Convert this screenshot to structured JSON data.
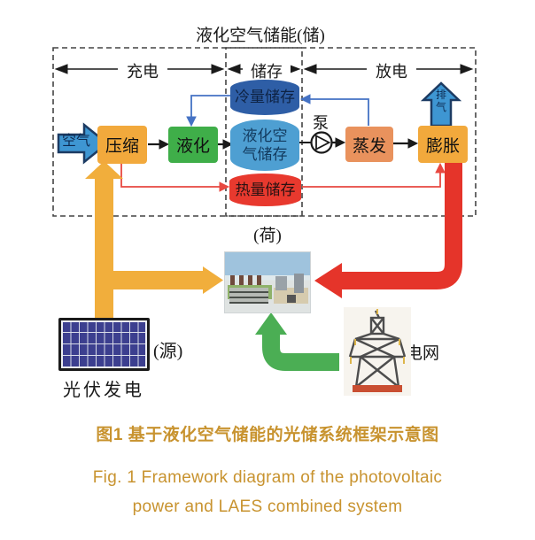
{
  "diagram": {
    "title": "液化空气储能(储)",
    "sections": {
      "charge": "充电",
      "store": "储存",
      "discharge": "放电"
    },
    "blocks": {
      "air": "空气",
      "compress": "压缩",
      "liquefy": "液化",
      "cold_storage": "冷量储存",
      "liquid_air_line1": "液化空",
      "liquid_air_line2": "气储存",
      "heat_storage": "热量储存",
      "pump": "泵",
      "evaporate": "蒸发",
      "expand": "膨胀",
      "exhaust": "排气"
    },
    "labels": {
      "load": "(荷)",
      "source": "(源)",
      "pv": "光伏发电",
      "grid": "电网"
    }
  },
  "caption": {
    "zh": "图1  基于液化空气储能的光储系统框架示意图",
    "en_line1": "Fig. 1   Framework diagram of the photovoltaic",
    "en_line2": "power and LAES combined system"
  },
  "colors": {
    "box-orange": "#F2A93C",
    "box-green": "#3FAE49",
    "box-salmon": "#E9925D",
    "cyl-darkblue": "#2E5EA6",
    "cyl-lightblue": "#4E9FD2",
    "cyl-red": "#E8392E",
    "arrow-blue-fill": "#3E96D2",
    "arrow-blue-border": "#1C3B63",
    "flow-yellow": "#F1AE3C",
    "flow-red": "#E5342A",
    "flow-green": "#4BAE54",
    "line-blue": "#4472C4",
    "line-red": "#E84840",
    "line-black": "#1A1A1A",
    "dash-gray": "#444444",
    "caption-gold": "#C8932F",
    "pv-cell": "#3C3F8F",
    "tower-gray": "#4D4D4D",
    "tower-base": "#C94F32"
  }
}
